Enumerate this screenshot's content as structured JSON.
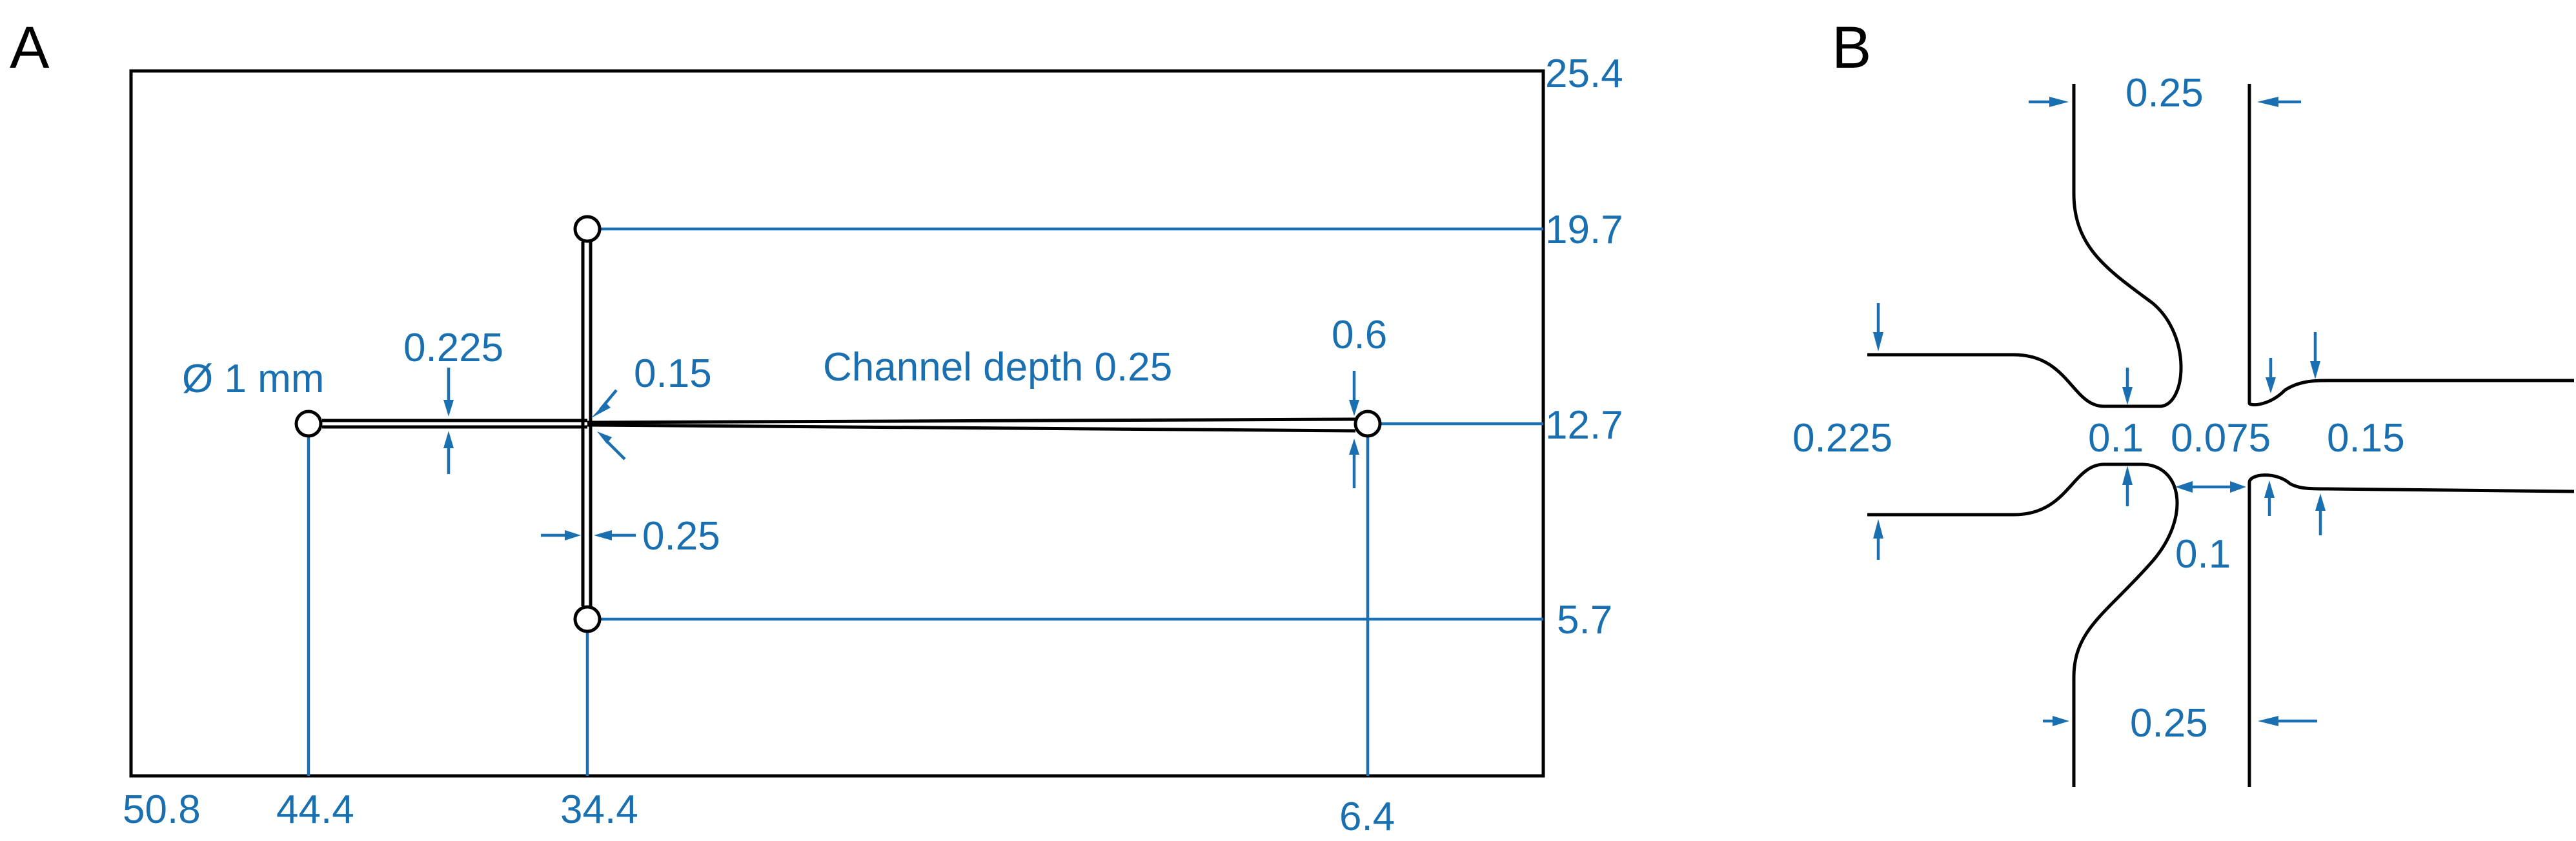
{
  "panels": {
    "a": {
      "label": "A"
    },
    "b": {
      "label": "B"
    }
  },
  "panel_a": {
    "edge_labels": {
      "top_right": "25.4",
      "bottom_left": "50.8",
      "inlet_x": "44.4",
      "cross_x": "34.4",
      "outlet_x": "6.4",
      "upper_port_y": "19.7",
      "main_channel_y": "12.7",
      "lower_port_y": "5.7"
    },
    "annotations": {
      "port_diameter": "Ø 1 mm",
      "inlet_width": "0.225",
      "junction_width": "0.15",
      "channel_depth": "Channel depth 0.25",
      "outlet_width": "0.6",
      "vertical_channel_width": "0.25"
    }
  },
  "panel_b": {
    "labels": {
      "top_channel_width": "0.25",
      "bottom_channel_width": "0.25",
      "left_channel_width": "0.225",
      "neck_width": "0.1",
      "gap_width": "0.075",
      "right_channel_width": "0.15",
      "lower_neck_width": "0.1"
    }
  },
  "colors": {
    "dimension": "#1a6fb0",
    "outline": "#000000"
  }
}
